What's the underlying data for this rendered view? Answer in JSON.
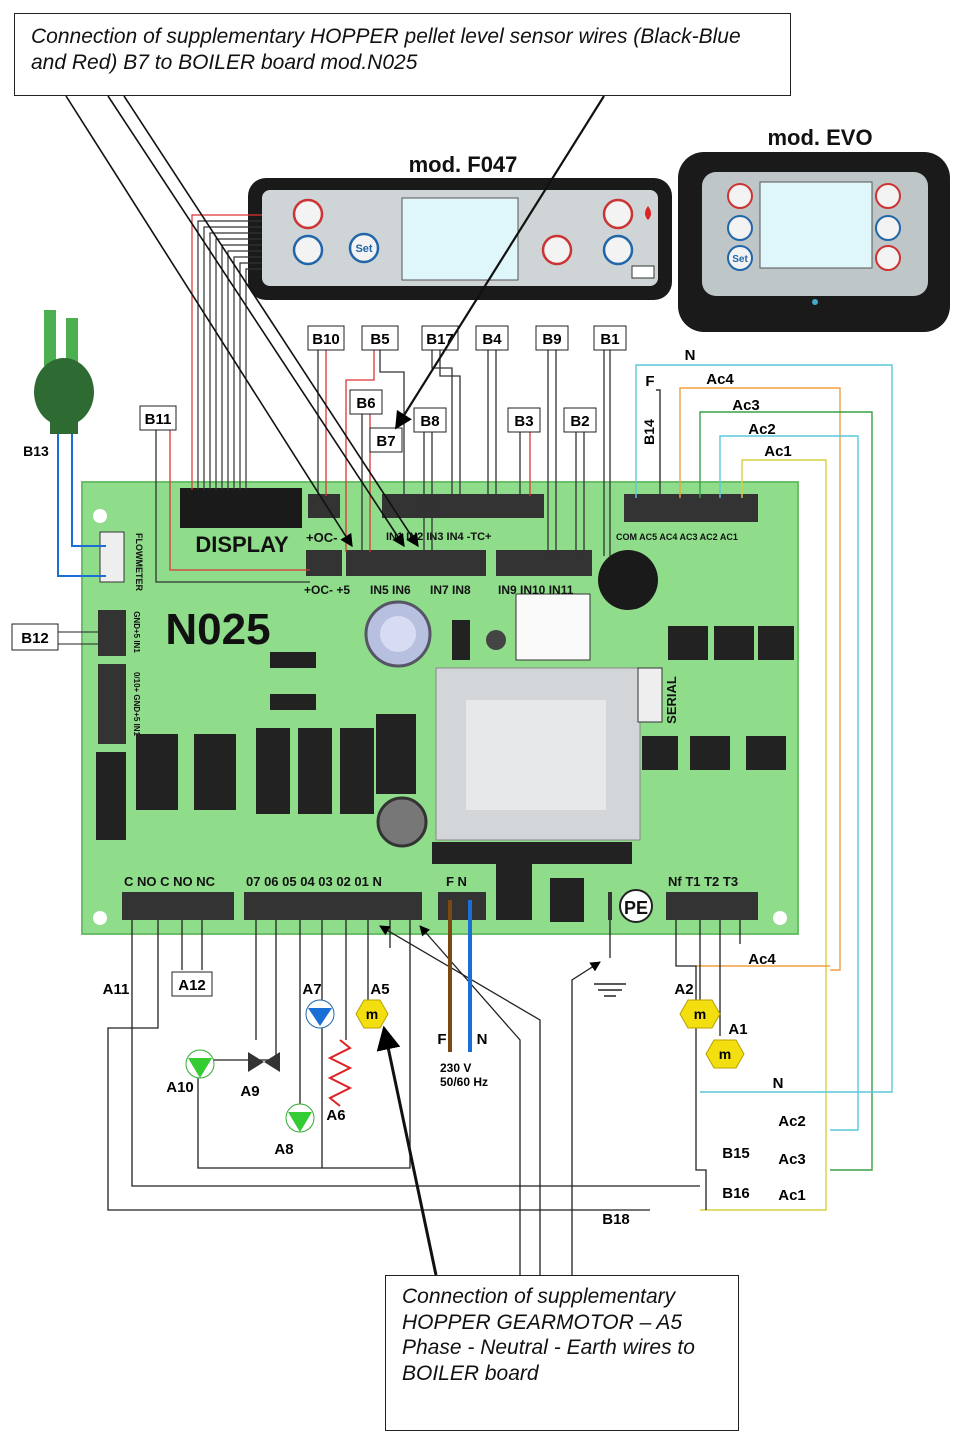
{
  "notes": {
    "top": "Connection of supplementary HOPPER pellet level sensor wires (Black-Blue and Red)  B7 to BOILER board mod.N025",
    "bottom": "Connection of supplementary HOPPER GEARMOTOR – A5 Phase - Neutral - Earth wires to BOILER board"
  },
  "panels": {
    "f047_title": "mod. F047",
    "evo_title": "mod. EVO",
    "set_label": "Set"
  },
  "board": {
    "name": "N025",
    "display": "DISPLAY",
    "flowmeter": "FLOWMETER",
    "serial": "SERIAL",
    "pe": "PE",
    "left_conn_1": "GND+5 IN1",
    "left_conn_2": "0/10+ GND+5 IN1",
    "top_row_1": "+OC-",
    "top_row_2": "IN1  IN2  IN3  IN4  -TC+",
    "bottom_row_1": "+OC-  +5",
    "bottom_row_2": "IN5 IN6",
    "bottom_row_3": "IN7  IN8",
    "bottom_row_4": "IN9 IN10 IN11",
    "ac_row": "COM AC5 AC4 AC3 AC2 AC1",
    "out_row_1": "C NO C NO NC",
    "out_row_2": "07 06 05 04 03 02 01 N",
    "power_row": "F  N",
    "temp_row": "Nf T1 T2 T3"
  },
  "sensors": [
    "B10",
    "B5",
    "B17",
    "B4",
    "B9",
    "B1",
    "B6",
    "B8",
    "B3",
    "B2",
    "B7",
    "B11",
    "B13",
    "B12",
    "B14"
  ],
  "wire_labels": {
    "N": "N",
    "F": "F",
    "Ac4": "Ac4",
    "Ac3": "Ac3",
    "Ac2": "Ac2",
    "Ac1": "Ac1"
  },
  "loads": {
    "A11": "A11",
    "A12": "A12",
    "A7": "A7",
    "A5": "A5",
    "A10": "A10",
    "A9": "A9",
    "A8": "A8",
    "A6": "A6",
    "A2": "A2",
    "A1": "A1",
    "motor_glyph": "m"
  },
  "power": {
    "F": "F",
    "N": "N",
    "voltage": "230 V",
    "frequency": "50/60 Hz"
  },
  "lower_labels": {
    "Ac4": "Ac4",
    "N": "N",
    "Ac2": "Ac2",
    "B15": "B15",
    "Ac3": "Ac3",
    "B16": "B16",
    "Ac1": "Ac1",
    "B18": "B18"
  },
  "colors": {
    "board": "#8fdd8b",
    "board_edge": "#6cbf69",
    "panel_dark": "#1a1a1a",
    "lcd": "#dff6fb",
    "red_wire": "#e33",
    "blue_wire": "#1a6fd6",
    "brown_wire": "#7a4a14",
    "cyan_wire": "#5ac7dc",
    "orange_wire": "#f0a040",
    "yellow_wire": "#d8d040",
    "green_wire": "#3aa048",
    "motor_yellow": "#f3df10"
  }
}
